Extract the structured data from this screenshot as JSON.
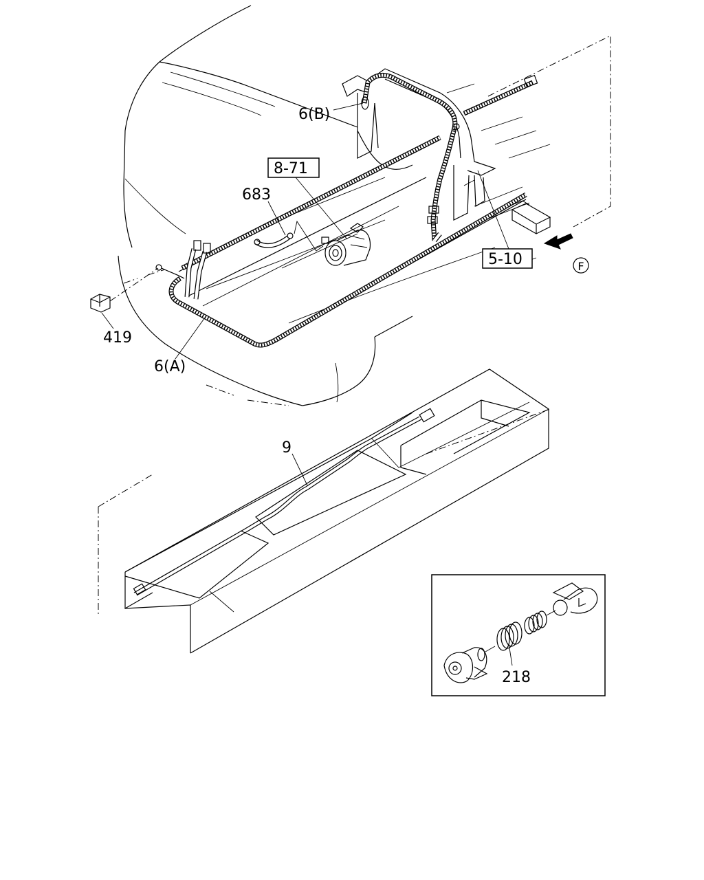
{
  "callouts": {
    "part_6b": "6(B)",
    "part_8_71": "8-71",
    "part_683": "683",
    "part_5_10": "5-10",
    "part_419": "419",
    "part_6a": "6(A)",
    "part_9": "9",
    "part_218": "218",
    "view_f": "F"
  }
}
